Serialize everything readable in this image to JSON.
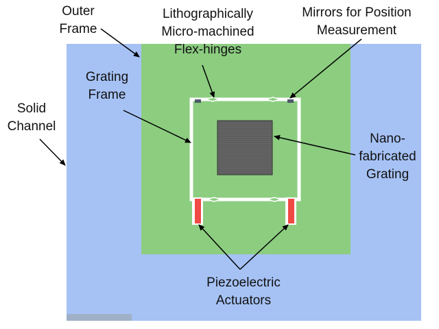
{
  "labels": {
    "outer_frame": [
      "Outer",
      "Frame"
    ],
    "flex_hinges": [
      "Lithographically",
      "Micro-machined",
      "Flex-hinges"
    ],
    "mirrors": [
      "Mirrors for Position",
      "Measurement"
    ],
    "grating_frame": [
      "Grating",
      "Frame"
    ],
    "solid_channel": [
      "Solid",
      "Channel"
    ],
    "grating": [
      "Nano-",
      "fabricated",
      "Grating"
    ],
    "actuators": [
      "Piezoelectric",
      "Actuators"
    ]
  },
  "colors": {
    "channel": "#a6c2f5",
    "outer_frame": "#8ccd80",
    "grating_frame": "#ffffff",
    "grating_fill": "#666666",
    "grating_lines": "#555555",
    "actuator": "#f04a44",
    "mirror": "#4f5a6a",
    "corner_strip": "#9fb0c8",
    "arrow": "#000000"
  }
}
